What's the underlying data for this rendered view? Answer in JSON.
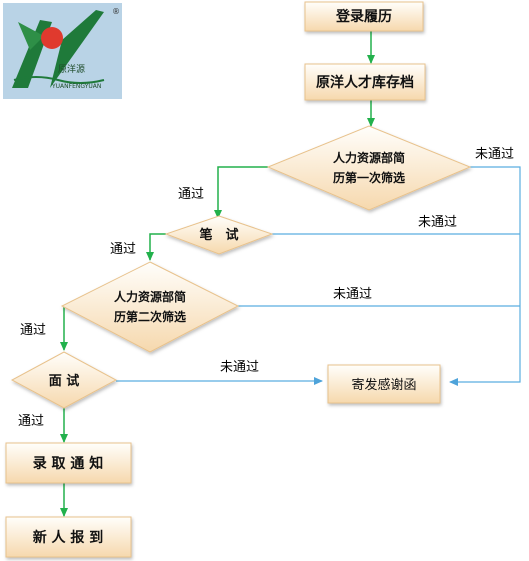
{
  "logo": {
    "brand_text": "原洋源",
    "brand_pinyin": "YUANFENGYUAN",
    "registered_mark": "®"
  },
  "nodes": {
    "login_resume": "登录履历",
    "talent_pool": "原洋人才库存档",
    "first_screen_line1": "人力资源部简",
    "first_screen_line2": "历第一次筛选",
    "written_test": "笔　试",
    "second_screen_line1": "人力资源部简",
    "second_screen_line2": "历第二次筛选",
    "interview": "面 试",
    "rejection_letter": "寄发感谢函",
    "offer": "录 取 通 知",
    "onboard": "新 人 报 到"
  },
  "edge_labels": {
    "pass_1": "通过",
    "pass_2": "通过",
    "pass_3": "通过",
    "pass_4": "通过",
    "fail_1": "未通过",
    "fail_2": "未通过",
    "fail_3": "未通过",
    "fail_4": "未通过"
  },
  "colors": {
    "node_fill_top": "#fefefe",
    "node_fill_bottom": "#f6dcb4",
    "node_border": "#e8c28c",
    "flow_arrow": "#22b14c",
    "reject_line": "#5aaee0",
    "logo_bg": "#b9d3e6",
    "logo_green": "#1f7a3a",
    "logo_red": "#e03a2e"
  }
}
